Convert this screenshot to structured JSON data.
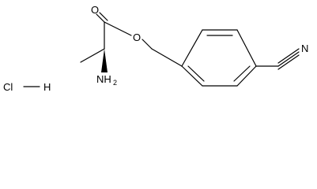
{
  "structure": {
    "atoms": {
      "carbonyl_oxygen": "O",
      "ester_oxygen": "O",
      "nitrile_nitrogen": "N",
      "amine_n": "NH",
      "amine_sub": "2",
      "hcl_cl": "Cl",
      "hcl_h": "H"
    }
  },
  "colors": {
    "bond": "#000000",
    "background": "#ffffff"
  }
}
